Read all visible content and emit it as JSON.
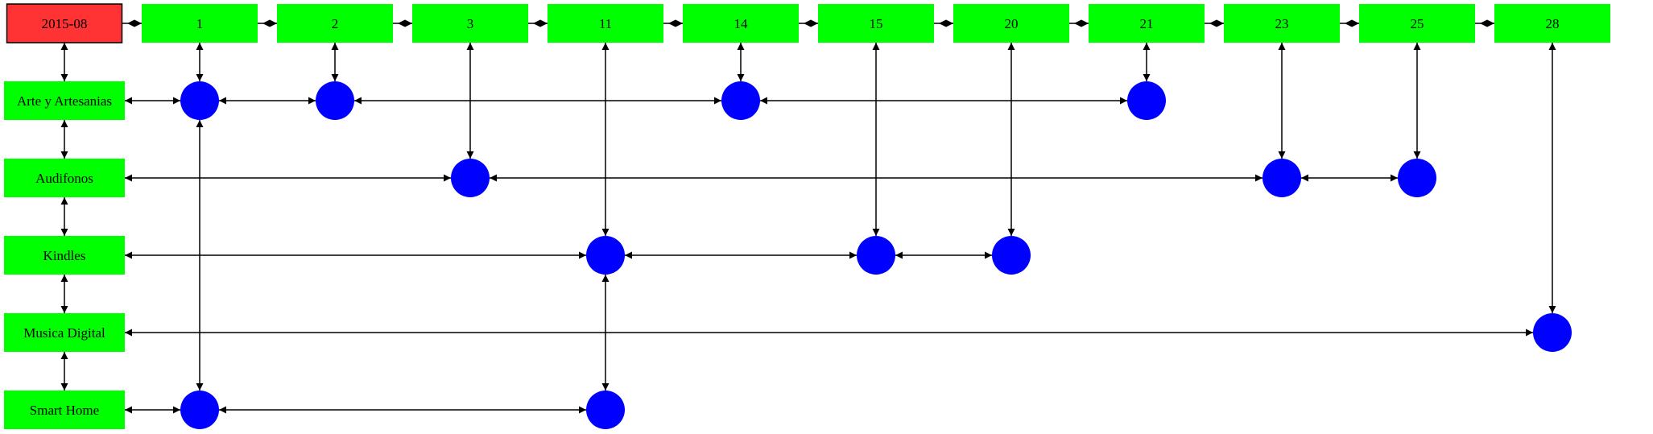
{
  "month": "2015-08",
  "days": [
    "1",
    "2",
    "3",
    "11",
    "14",
    "15",
    "20",
    "21",
    "23",
    "25",
    "28"
  ],
  "categories": [
    "Arte y Artesanias",
    "Audifonos",
    "Kindles",
    "Musica Digital",
    "Smart Home"
  ],
  "trailing_text": ". .",
  "links": [
    {
      "category": "Arte y Artesanias",
      "days": [
        "1",
        "2",
        "14",
        "21"
      ]
    },
    {
      "category": "Audifonos",
      "days": [
        "3",
        "23",
        "25"
      ]
    },
    {
      "category": "Kindles",
      "days": [
        "11",
        "15",
        "20"
      ]
    },
    {
      "category": "Musica Digital",
      "days": [
        "28"
      ]
    },
    {
      "category": "Smart Home",
      "days": [
        "1",
        "11"
      ]
    }
  ],
  "colors": {
    "month_box": "#ff3333",
    "day_box": "#00ff00",
    "category_box": "#00ff00",
    "node": "#0000ff",
    "edge": "#000000"
  }
}
